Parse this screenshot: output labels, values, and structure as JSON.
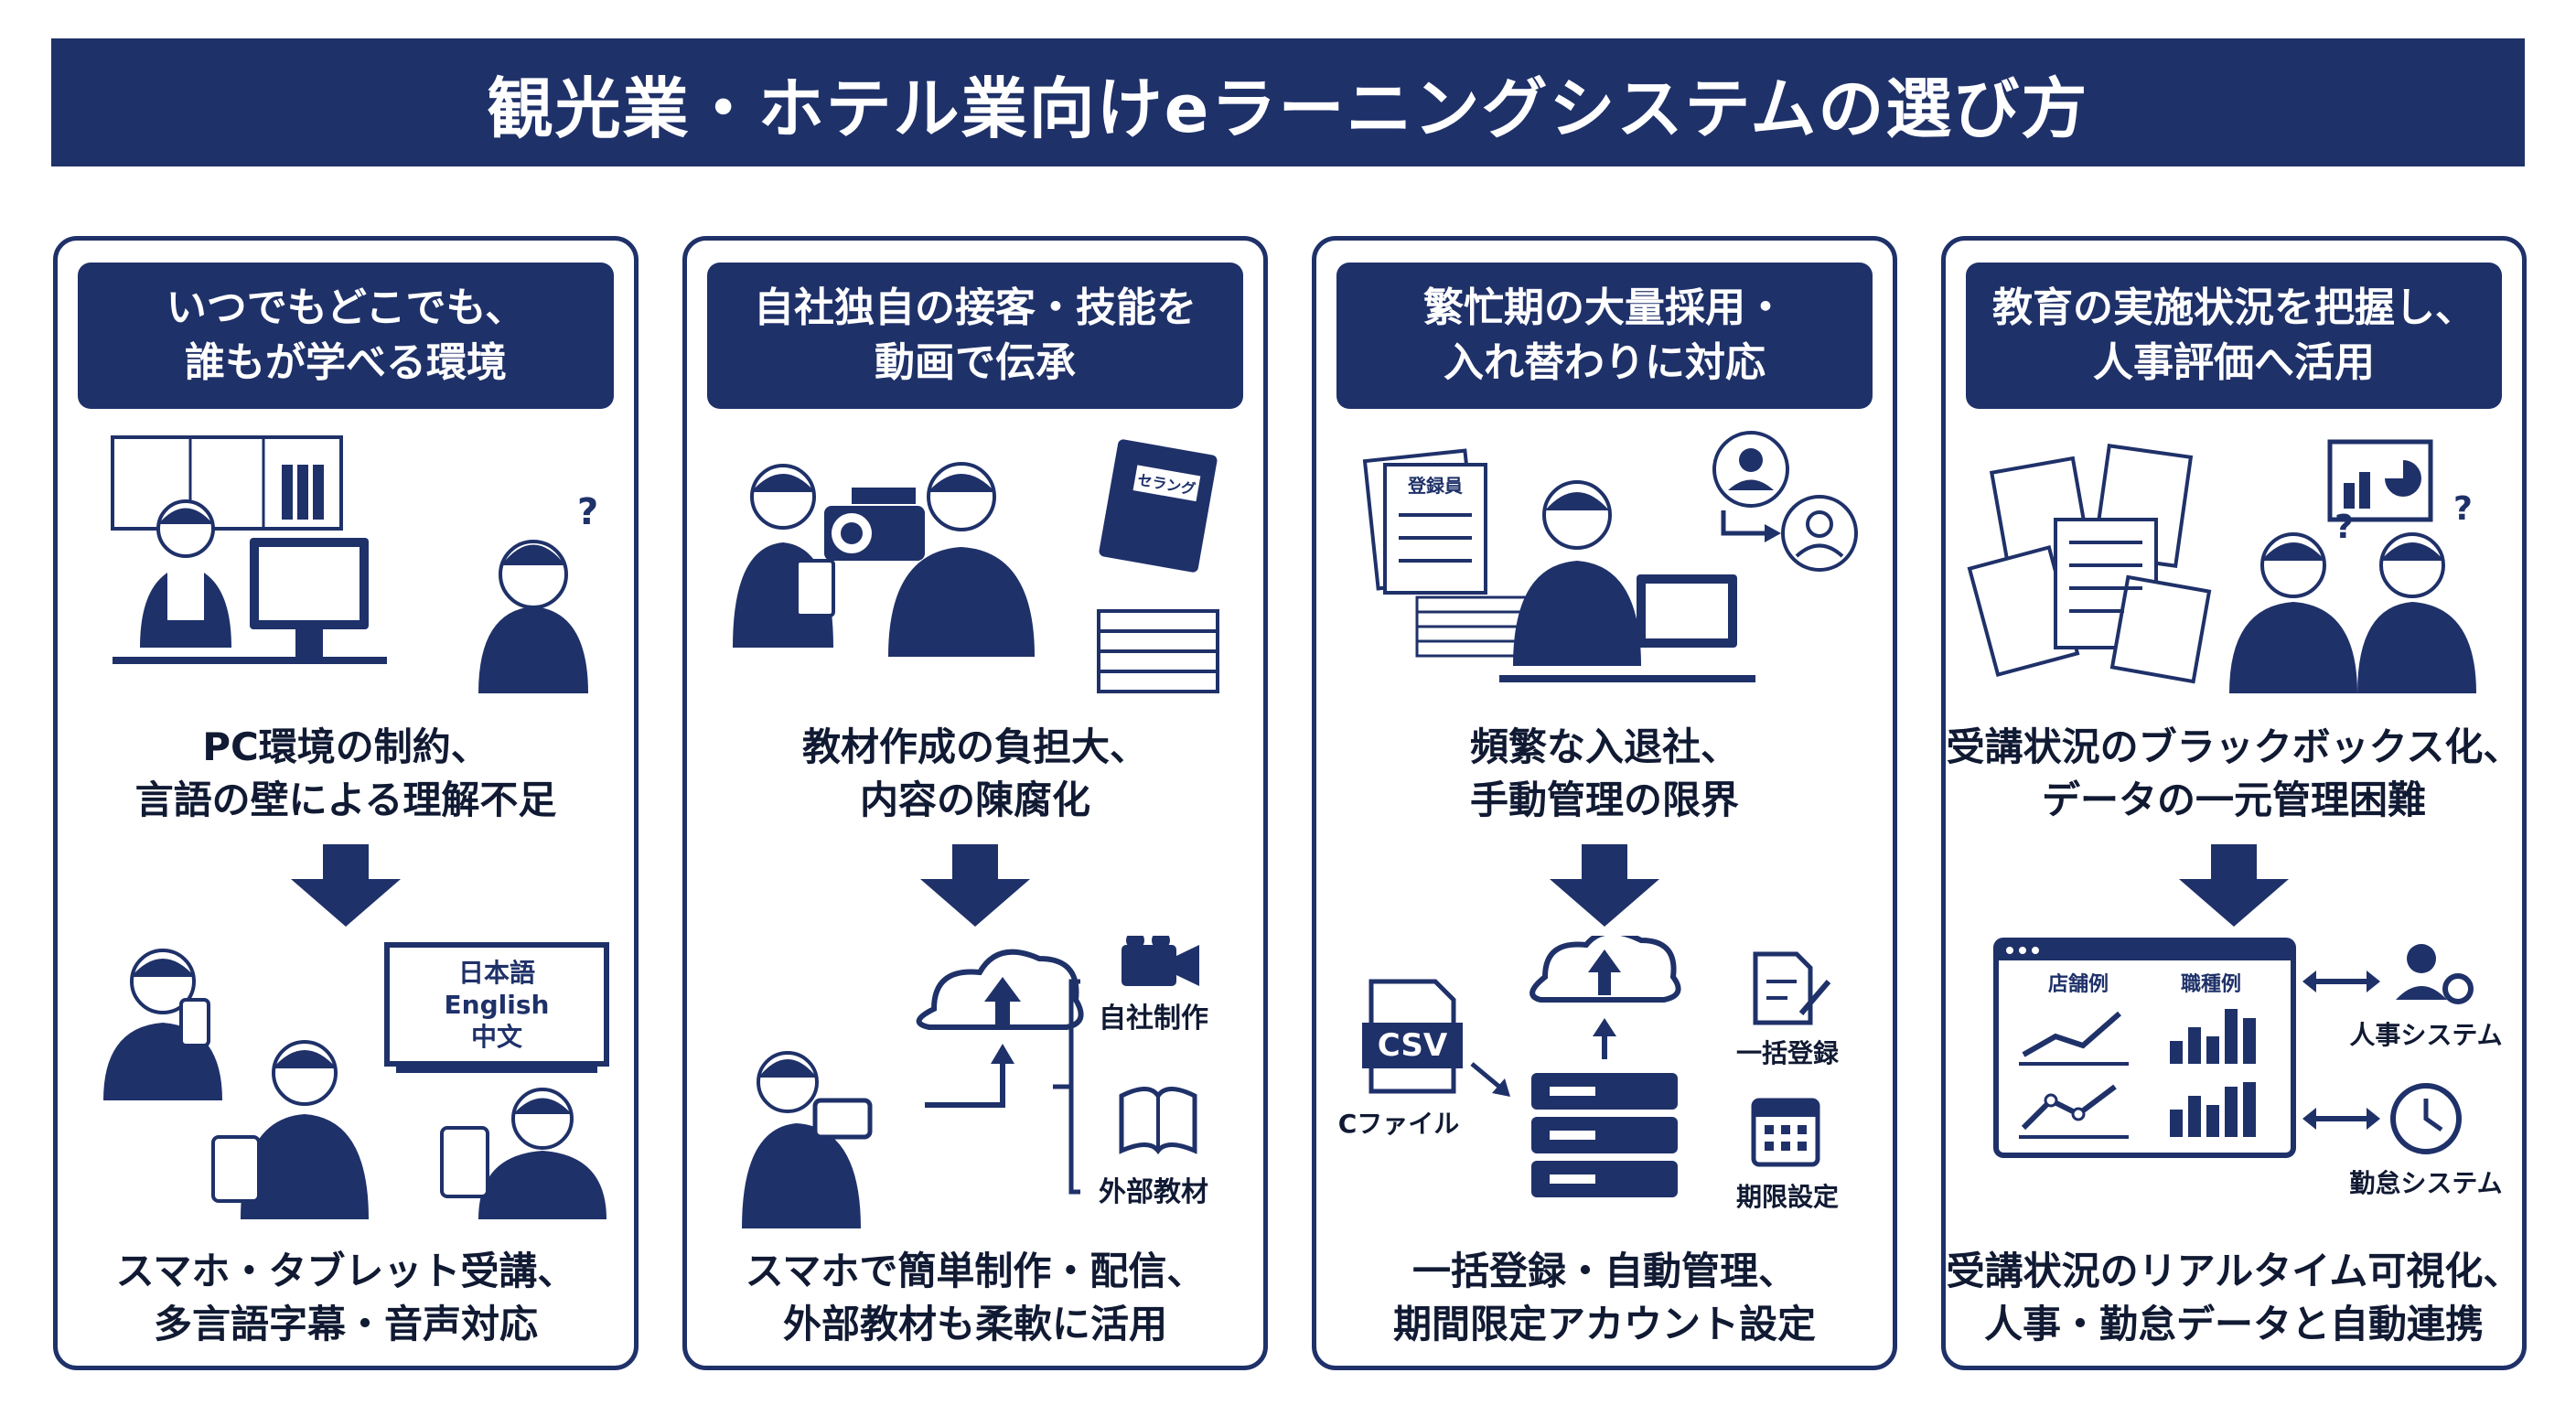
{
  "title": "観光業・ホテル業向けeラーニングシステムの選び方",
  "panels": [
    {
      "head": [
        "いつでもどこでも、",
        "誰もが学べる環境"
      ],
      "problem": [
        "PC環境の制約、",
        "言語の壁による理解不足"
      ],
      "solution": [
        "スマホ・タブレット受講、",
        "多言語字幕・音声対応"
      ],
      "labels": {
        "lang1": "日本語",
        "lang2": "English",
        "lang3": "中文"
      }
    },
    {
      "head": [
        "自社独自の接客・技能を",
        "動画で伝承"
      ],
      "problem": [
        "教材作成の負担大、",
        "内容の陳腐化"
      ],
      "solution": [
        "スマホで簡単制作・配信、",
        "外部教材も柔軟に活用"
      ],
      "labels": {
        "book": "セラング",
        "own": "自社制作",
        "external": "外部教材"
      }
    },
    {
      "head": [
        "繁忙期の大量採用・",
        "入れ替わりに対応"
      ],
      "problem": [
        "頻繁な入退社、",
        "手動管理の限界"
      ],
      "solution": [
        "一括登録・自動管理、",
        "期間限定アカウント設定"
      ],
      "labels": {
        "roster": "登録員",
        "csv": "CSV",
        "csvfile": "Cファイル",
        "bulk": "一括登録",
        "period": "期限設定"
      }
    },
    {
      "head": [
        "教育の実施状況を把握し、",
        "人事評価へ活用"
      ],
      "problem": [
        "受講状況のブラックボックス化、",
        "データの一元管理困難"
      ],
      "solution": [
        "受講状況のリアルタイム可視化、",
        "人事・勤怠データと自動連携"
      ],
      "labels": {
        "store": "店舗例",
        "job": "職種例",
        "hr": "人事システム",
        "attendance": "勤怠システム"
      }
    }
  ],
  "colors": {
    "navy": "#1f3169",
    "text": "#111a33"
  }
}
